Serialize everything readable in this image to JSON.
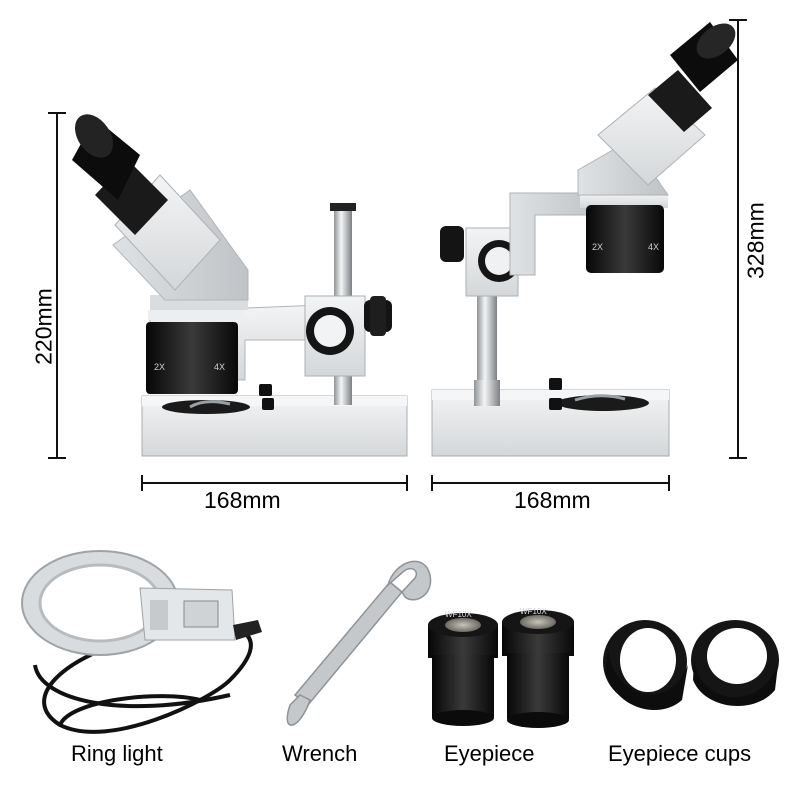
{
  "dimensions": {
    "left_height": "220mm",
    "left_width": "168mm",
    "right_width": "168mm",
    "right_height": "328mm"
  },
  "microscope": {
    "magnification_low": "2X",
    "magnification_high": "4X"
  },
  "eyepiece_marking": "WF10X",
  "accessories": {
    "ring_light": "Ring light",
    "wrench": "Wrench",
    "eyepiece": "Eyepiece",
    "eyepiece_cups": "Eyepiece cups"
  },
  "colors": {
    "body_white": "#e9ebec",
    "shadow_gray": "#b9bdc0",
    "black": "#141414",
    "metal": "#c9ccce"
  }
}
